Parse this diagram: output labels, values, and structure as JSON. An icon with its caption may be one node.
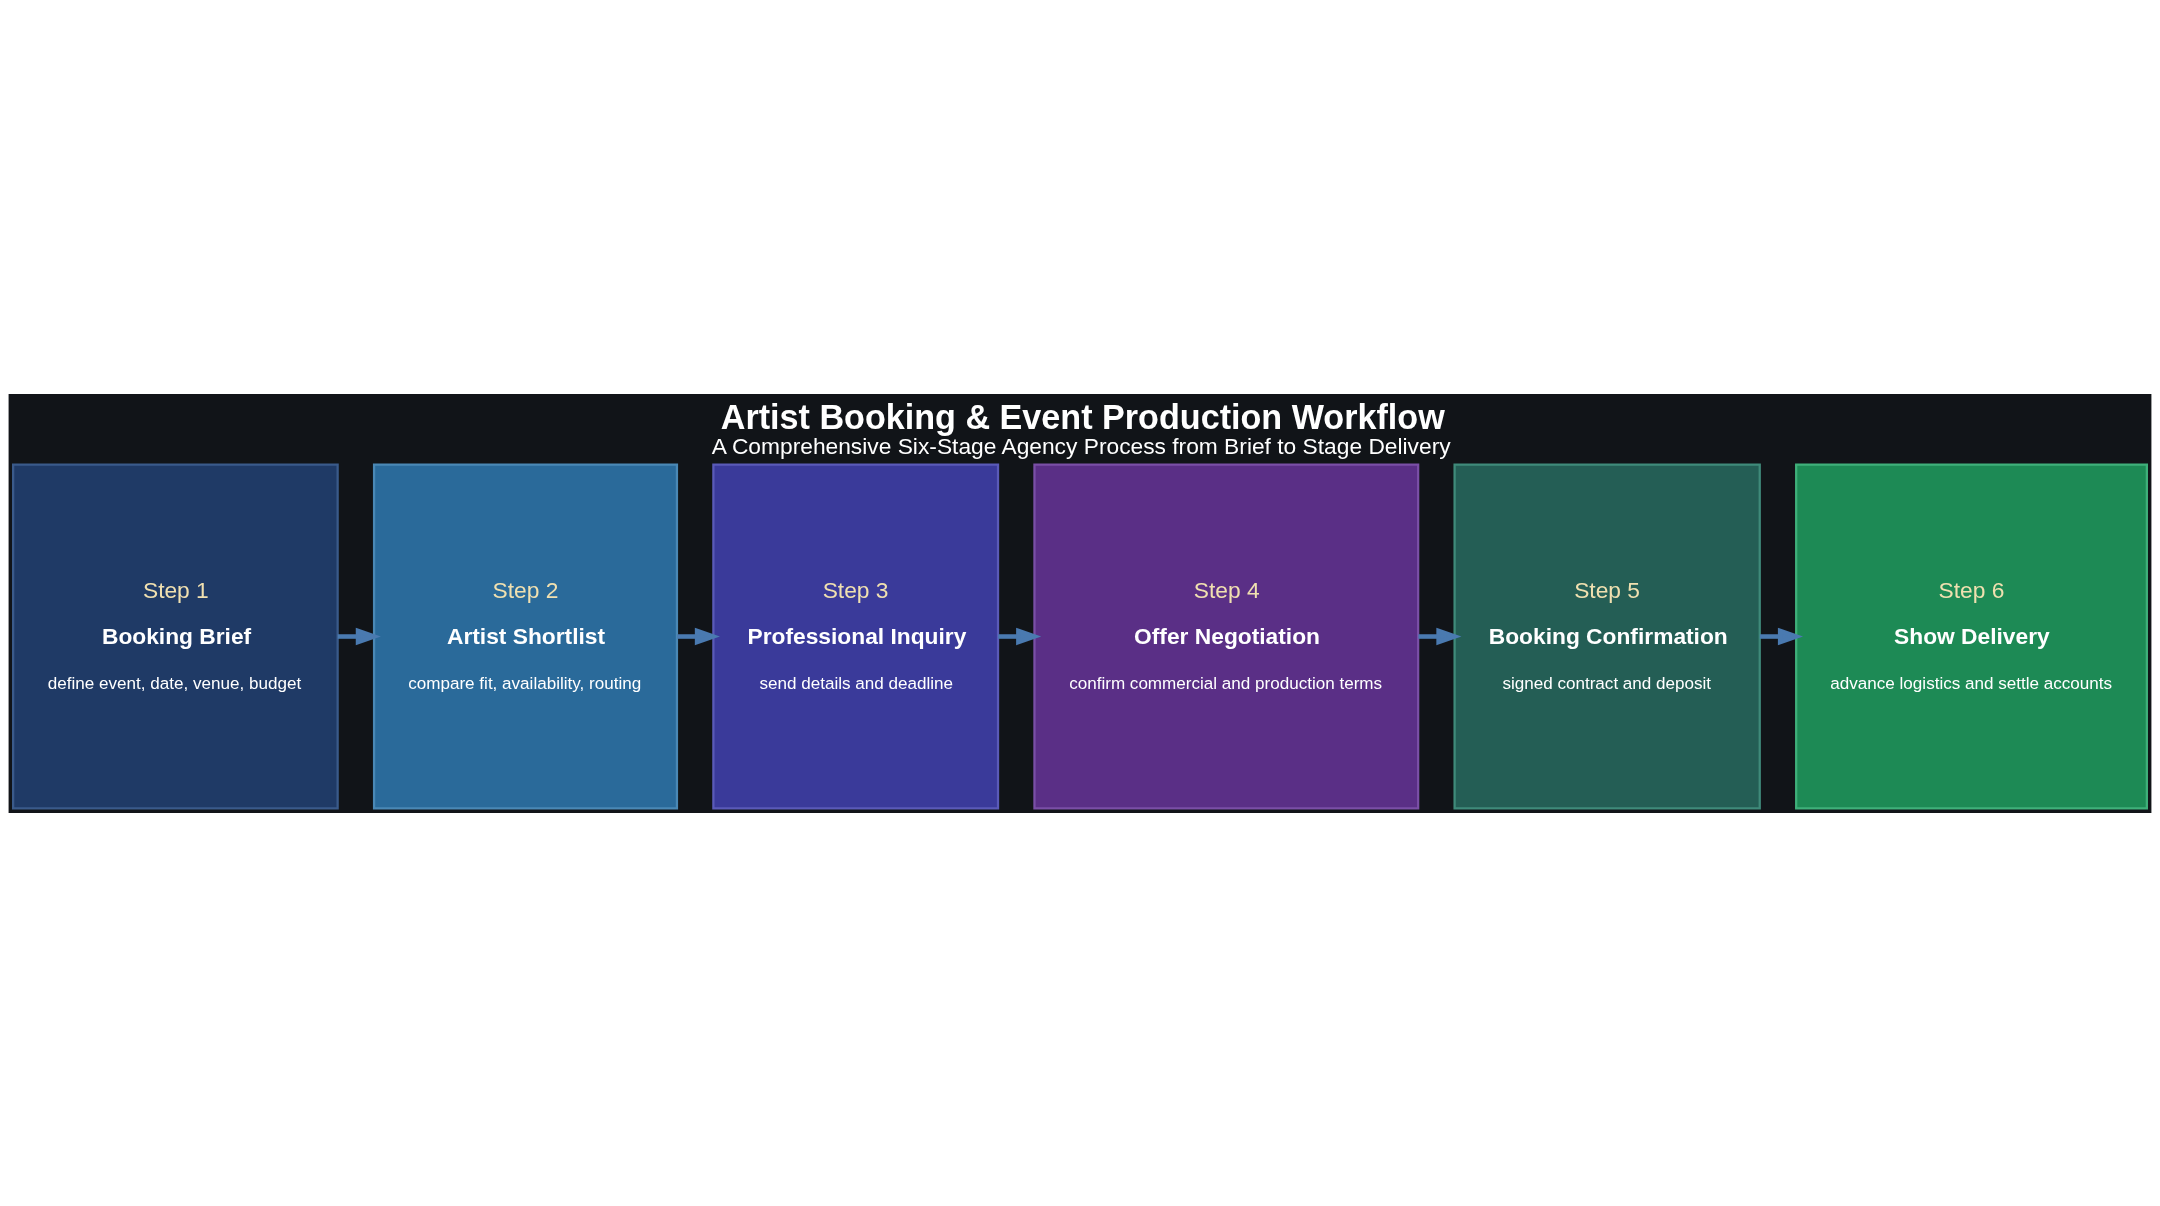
{
  "diagram": {
    "title": "Artist Booking & Event Production Workflow",
    "caption": "A Comprehensive Six-Stage Agency Process from Brief to Stage Delivery",
    "nodes": [
      {
        "text": [
          "Step 1",
          "Booking Brief",
          "define event, date, venue, budget"
        ]
      },
      {
        "text": [
          "Step 2",
          "Artist Shortlist",
          "compare fit, availability, routing"
        ]
      },
      {
        "text": [
          "Step 3",
          "Professional Inquiry",
          "send details and deadline"
        ]
      },
      {
        "text": [
          "Step 4",
          "Offer Negotiation",
          "confirm commercial and production terms"
        ]
      },
      {
        "text": [
          "Step 5",
          "Booking Confirmation",
          "signed contract and deposit"
        ]
      },
      {
        "text": [
          "Step 6",
          "Show Delivery",
          "advance logistics and settle accounts"
        ]
      }
    ],
    "edges": [
      {
        "from": 0,
        "to": 1,
        "arrow": "to"
      },
      {
        "from": 1,
        "to": 2,
        "arrow": "to"
      },
      {
        "from": 2,
        "to": 3,
        "arrow": "to"
      },
      {
        "from": 3,
        "to": 4,
        "arrow": "to"
      },
      {
        "from": 4,
        "to": 5,
        "arrow": "to"
      }
    ]
  }
}
